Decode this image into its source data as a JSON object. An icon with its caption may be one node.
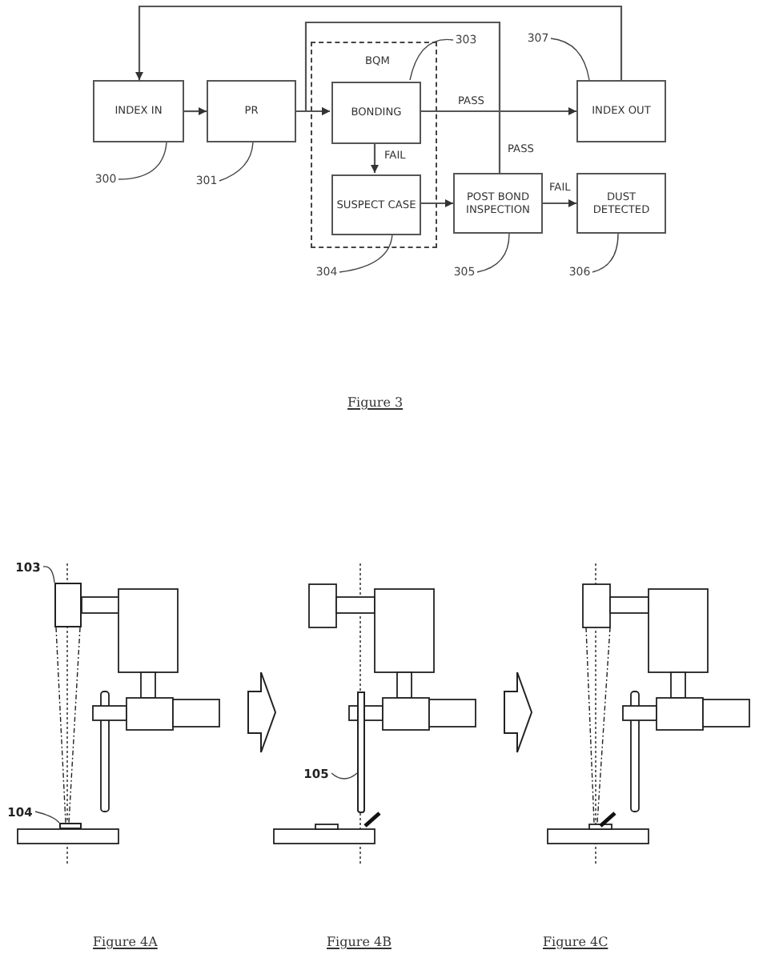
{
  "diagram": {
    "nodes": [
      {
        "text": [
          "INDEX IN"
        ]
      },
      {
        "text": [
          "PR"
        ]
      },
      {
        "text": [
          "BQM"
        ]
      },
      {
        "text": [
          "BONDING"
        ],
        "in": 2
      },
      {
        "text": [
          "SUSPECT CASE"
        ],
        "in": 2
      },
      {
        "text": [
          "POST BOND INSPECTION"
        ]
      },
      {
        "text": [
          "DUST DETECTED"
        ]
      },
      {
        "text": [
          "INDEX OUT"
        ]
      },
      {
        "text": [
          "300"
        ]
      },
      {
        "text": [
          "301"
        ]
      },
      {
        "text": [
          "303"
        ]
      },
      {
        "text": [
          "307"
        ]
      },
      {
        "text": [
          "304"
        ]
      },
      {
        "text": [
          "305"
        ]
      },
      {
        "text": [
          "306"
        ]
      },
      {
        "text": [
          "103"
        ]
      },
      {
        "text": [],
        "shape": "box"
      },
      {
        "text": [
          "104"
        ]
      },
      {
        "text": [],
        "shape": "box"
      },
      {
        "text": [
          "105"
        ]
      },
      {
        "text": [],
        "shape": "bar"
      }
    ],
    "edges": [
      {
        "from": 0,
        "to": 1,
        "arrow": "to"
      },
      {
        "from": 1,
        "to": 3,
        "arrow": "to"
      },
      {
        "from": 3,
        "to": 7,
        "arrow": "to",
        "label": "PASS"
      },
      {
        "from": 3,
        "to": 4,
        "arrow": "to",
        "label": "FAIL"
      },
      {
        "from": 4,
        "to": 5,
        "arrow": "to"
      },
      {
        "from": 5,
        "to": 6,
        "arrow": "to",
        "label": "FAIL"
      },
      {
        "from": 5,
        "to": 3,
        "arrow": "to",
        "label": "PASS"
      },
      {
        "from": 7,
        "to": 0,
        "arrow": "to"
      },
      {
        "from": 8,
        "to": 0,
        "arrow": "none"
      },
      {
        "from": 9,
        "to": 1,
        "arrow": "none"
      },
      {
        "from": 10,
        "to": 3,
        "arrow": "none"
      },
      {
        "from": 11,
        "to": 7,
        "arrow": "none"
      },
      {
        "from": 12,
        "to": 4,
        "arrow": "none"
      },
      {
        "from": 13,
        "to": 5,
        "arrow": "none"
      },
      {
        "from": 14,
        "to": 6,
        "arrow": "none"
      },
      {
        "from": 15,
        "to": 16,
        "arrow": "none"
      },
      {
        "from": 17,
        "to": 18,
        "arrow": "none"
      },
      {
        "from": 19,
        "to": 20,
        "arrow": "none"
      }
    ],
    "labels": [
      "Figure 3",
      "Figure 4A",
      "Figure 4B",
      "Figure 4C"
    ]
  }
}
